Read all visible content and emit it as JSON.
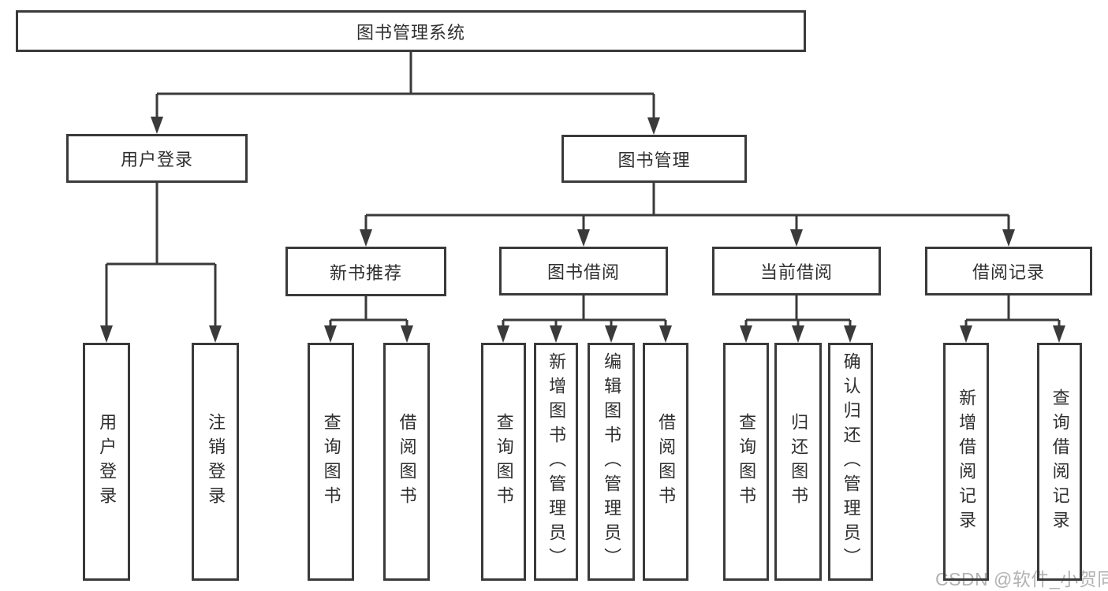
{
  "diagram": {
    "title": "图书管理系统",
    "root": {
      "label": "图书管理系统"
    },
    "level2": {
      "user_login": {
        "label": "用户登录"
      },
      "book_mgmt": {
        "label": "图书管理"
      }
    },
    "level3": {
      "new_books": {
        "label": "新书推荐"
      },
      "book_borrow": {
        "label": "图书借阅"
      },
      "current_borrow": {
        "label": "当前借阅"
      },
      "borrow_records": {
        "label": "借阅记录"
      }
    },
    "leaves": {
      "user_login": [
        "用户登录",
        "注销登录"
      ],
      "new_books": [
        "查询图书",
        "借阅图书"
      ],
      "book_borrow": [
        "查询图书",
        "新增图书（管理员）",
        "编辑图书（管理员）",
        "借阅图书"
      ],
      "current_borrow": [
        "查询图书",
        "归还图书",
        "确认归还（管理员）"
      ],
      "borrow_records": [
        "新增借阅记录",
        "查询借阅记录"
      ]
    }
  },
  "watermark": {
    "text": "CSDN @软件_小贺同学"
  },
  "colors": {
    "line": "#3a3a3a",
    "text": "#2f2f2f",
    "watermark": "#b2b2b2",
    "background": "#ffffff"
  }
}
